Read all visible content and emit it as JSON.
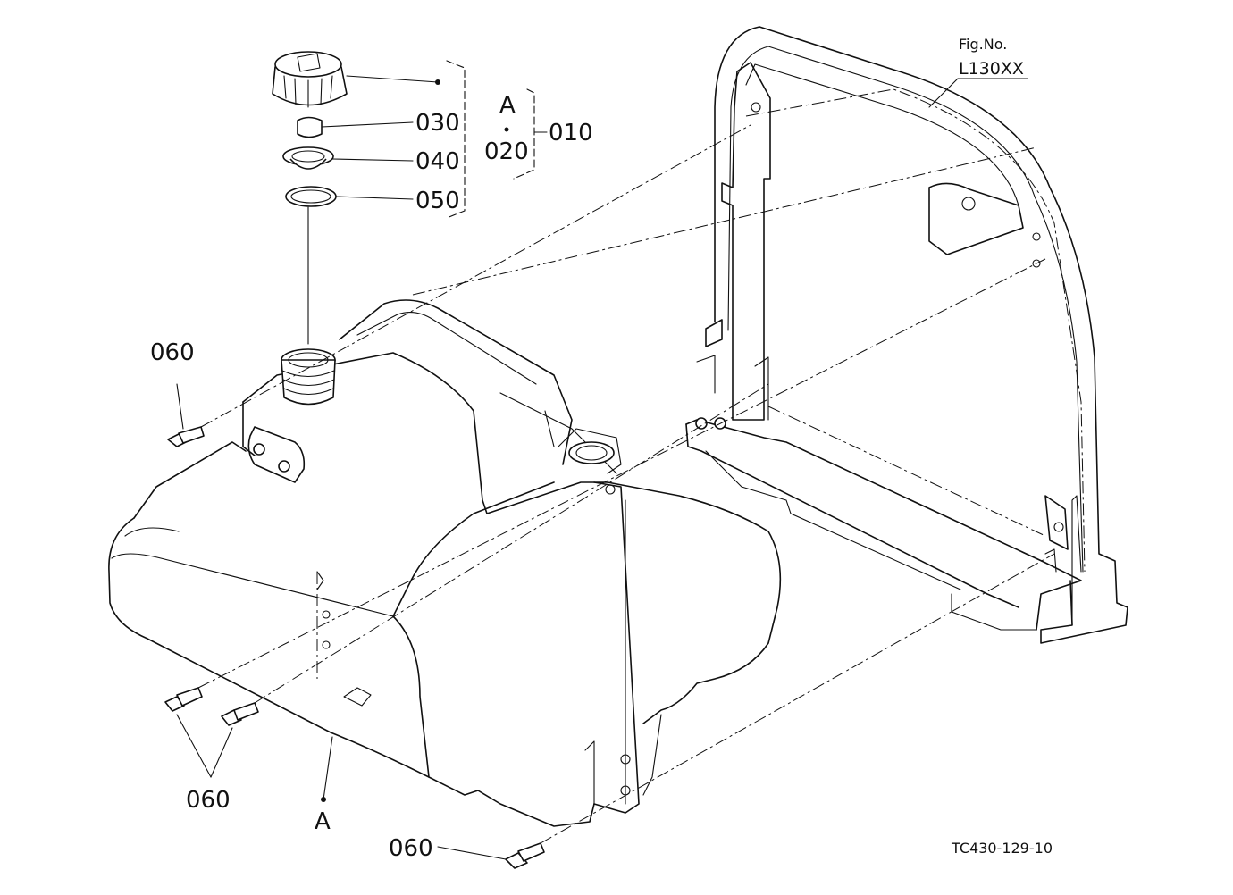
{
  "figure": {
    "fig_no_label": "Fig.No.",
    "fig_no_value": "L130XX",
    "drawing_code": "TC430-129-10"
  },
  "callouts": {
    "p010": "010",
    "p020": "020",
    "p030": "030",
    "p040": "040",
    "p050": "050",
    "p060_upper_left": "060",
    "p060_lower_left": "060",
    "p060_bottom": "060",
    "assembly_a_top": "A",
    "assembly_a_bottom": "A"
  }
}
